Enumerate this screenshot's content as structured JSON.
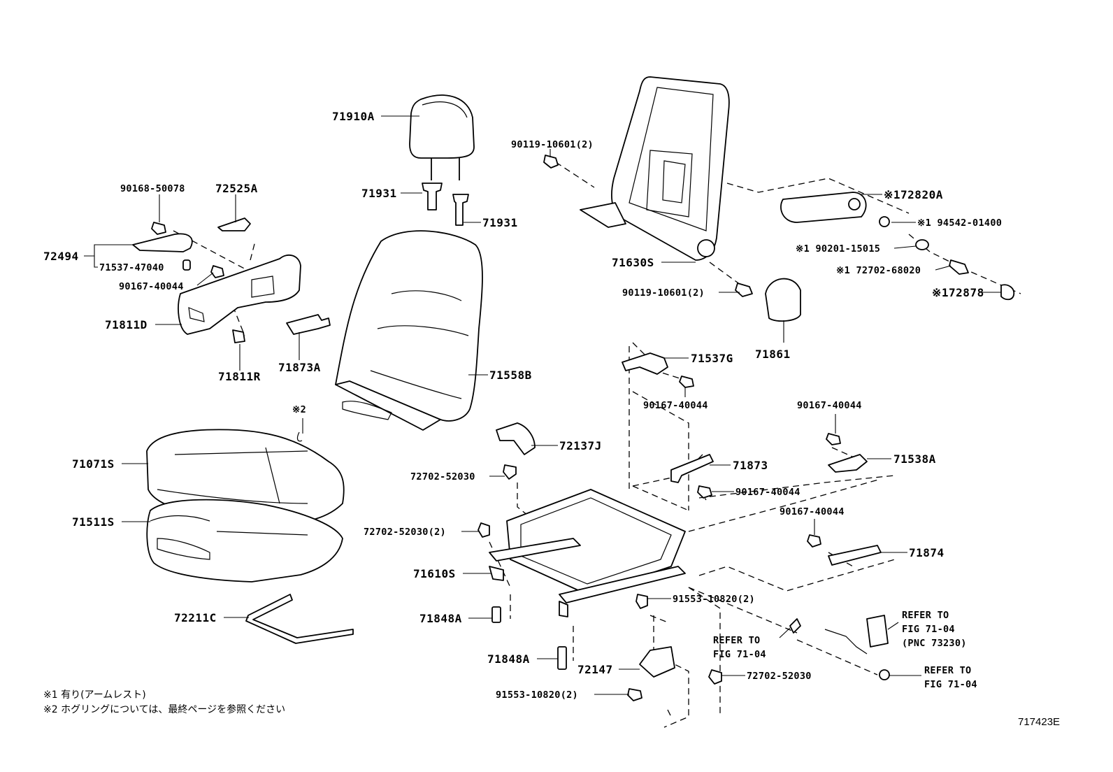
{
  "labels": {
    "l71910A": "71910A",
    "l71931a": "71931",
    "l71931b": "71931",
    "l90168": "90168-50078",
    "l72525A": "72525A",
    "l72494": "72494",
    "l71537_47040": "71537-47040",
    "l90167_a": "90167-40044",
    "l71811D": "71811D",
    "l71811R": "71811R",
    "l71873A": "71873A",
    "l71558B": "71558B",
    "lnote2": "※2",
    "l71071S": "71071S",
    "l71511S": "71511S",
    "l72211C": "72211C",
    "l90119_a": "90119-10601(2)",
    "l72820A": "※172820A",
    "l94542": "※1 94542-01400",
    "l90201": "※1 90201-15015",
    "l72702_68020": "※1 72702-68020",
    "l72878": "※172878",
    "l71630S": "71630S",
    "l90119_b": "90119-10601(2)",
    "l71861": "71861",
    "l71537G": "71537G",
    "l90167_b": "90167-40044",
    "l90167_c": "90167-40044",
    "l71538A": "71538A",
    "l72137J": "72137J",
    "l72702_52030_a": "72702-52030",
    "l71873": "71873",
    "l90167_d": "90167-40044",
    "l90167_e": "90167-40044",
    "l72702_52030_b": "72702-52030(2)",
    "l71874": "71874",
    "l71610S": "71610S",
    "l91553_a": "91553-10820(2)",
    "l71848A_a": "71848A",
    "l71848A_b": "71848A",
    "l72147": "72147",
    "l91553_b": "91553-10820(2)",
    "l72702_52030_c": "72702-52030",
    "refer1_a": "REFER TO",
    "refer1_b": "FIG 71-04",
    "refer2_a": "REFER TO",
    "refer2_b": "FIG 71-04",
    "refer2_c": "(PNC 73230)",
    "refer3_a": "REFER TO",
    "refer3_b": "FIG 71-04"
  },
  "notes": {
    "note1": "※1 有り(アームレスト)",
    "note2": "※2 ホグリングについては、最終ページを参照ください"
  },
  "figure_id": "717423E"
}
